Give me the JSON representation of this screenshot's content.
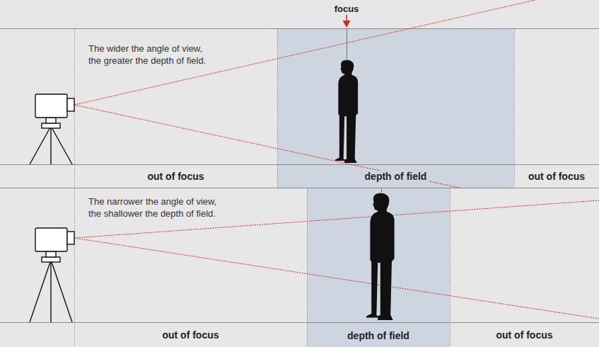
{
  "diagram": {
    "nodes": [
      {
        "text": [
          "depth of field"
        ]
      },
      {
        "text": [
          "depth of field"
        ]
      }
    ],
    "labels": [
      "focus",
      "The wider the angle of view, the greater the depth of field.",
      "out of focus",
      "out of focus",
      "The narrower the angle of view, the shallower the depth of field.",
      "out of focus",
      "out of focus"
    ]
  }
}
